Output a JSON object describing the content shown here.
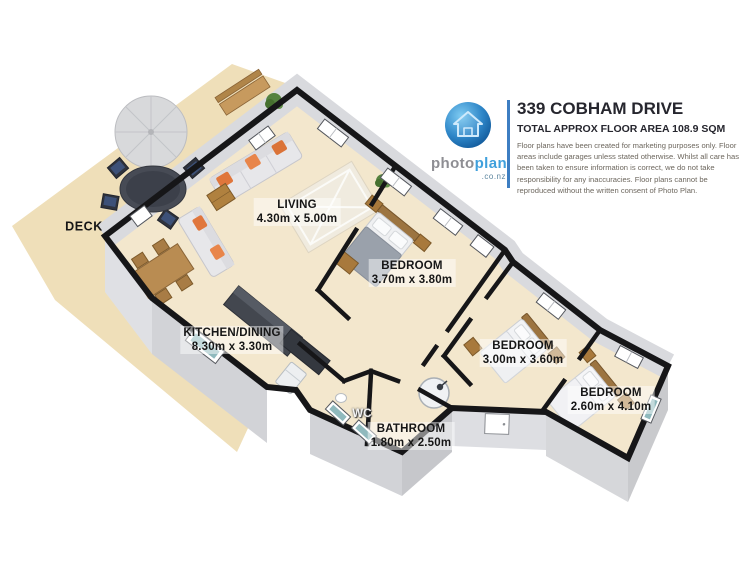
{
  "header": {
    "title": "339 COBHAM DRIVE",
    "subtitle": "TOTAL APPROX FLOOR AREA 108.9 SQM",
    "disclaimer": "Floor plans have been created for marketing purposes only. Floor areas include garages unless stated otherwise. Whilst all care has been taken to ensure information is correct, we do not take responsibility for any inaccuracies. Floor plans cannot be reproduced without the written consent of Photo Plan.",
    "brand": {
      "photo": "photo",
      "plan": "plan",
      "domain": ".co.nz"
    },
    "accent_color": "#3d7ec2",
    "logo_icon": "house-icon"
  },
  "rooms": {
    "deck": {
      "name": "DECK",
      "dims": ""
    },
    "living": {
      "name": "LIVING",
      "dims": "4.30m x 5.00m"
    },
    "kitchen_dining": {
      "name": "KITCHEN/DINING",
      "dims": "8.30m x 3.30m"
    },
    "bedroom_1": {
      "name": "BEDROOM",
      "dims": "3.70m x 3.80m"
    },
    "bedroom_2": {
      "name": "BEDROOM",
      "dims": "3.00m x 3.60m"
    },
    "bedroom_3": {
      "name": "BEDROOM",
      "dims": "2.60m x 4.10m"
    },
    "wc": {
      "name": "WC",
      "dims": ""
    },
    "bathroom": {
      "name": "BATHROOM",
      "dims": "1.80m x 2.50m"
    }
  },
  "colors": {
    "deck": "#efdfb9",
    "floor": "#f3e7cd",
    "wall_line": "#161618",
    "wall_band": "#d9dade",
    "slab_dark": "#c9cacd",
    "slab_mid": "#d2d3d7",
    "slab_light": "#dfe0e4",
    "window_teal": "#8fb9bd",
    "wood": "#b0813f",
    "sofa": "#e7e7ea",
    "orange_cushion": "#e0763c",
    "blanket_gray": "#9aa1ab",
    "island_dark": "#43474f"
  }
}
